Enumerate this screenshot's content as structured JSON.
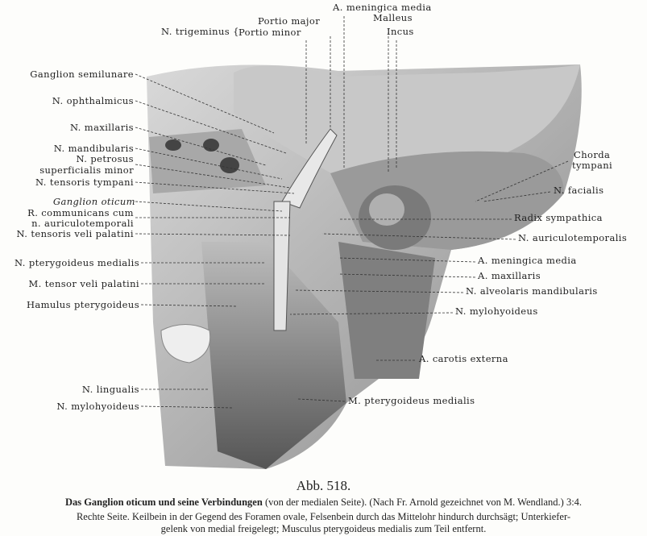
{
  "labels_top": {
    "trigeminus": "N. trigeminus {",
    "portio_major": "Portio major",
    "portio_minor": "Portio minor",
    "meningica_top": "A. meningica media",
    "malleus": "Malleus",
    "incus": "Incus"
  },
  "labels_left": [
    "Ganglion semilunare",
    "N. ophthalmicus",
    "N. maxillaris",
    "N. mandibularis",
    "N. petrosus",
    "superficialis minor",
    "N. tensoris tympani",
    "Ganglion oticum",
    "R. communicans cum",
    "n. auriculotemporali",
    "N. tensoris veli palatini",
    "N. pterygoideus medialis",
    "M. tensor veli palatini",
    "Hamulus pterygoideus",
    "N. lingualis",
    "N. mylohyoideus"
  ],
  "labels_right": [
    "Chorda",
    "tympani",
    "N. facialis",
    "Radix sympathica",
    "N. auriculotemporalis",
    "A. meningica media",
    "A. maxillaris",
    "N. alveolaris mandibularis",
    "N. mylohyoideus",
    "A. carotis externa",
    "M. pterygoideus medialis"
  ],
  "caption": {
    "figure_number": "Abb. 518.",
    "title_bold": "Das Ganglion oticum und seine Verbindungen",
    "title_rest": " (von der medialen Seite). (Nach Fr. Arnold gezeichnet von M. Wendland.) 3:4.",
    "body_line1": "Rechte Seite. Keilbein in der Gegend des Foramen ovale, Felsenbein durch das Mittelohr hindurch durchsägt; Unterkiefer-",
    "body_line2": "gelenk von medial freigelegt; Musculus pterygoideus medialis zum Teil entfernt."
  }
}
